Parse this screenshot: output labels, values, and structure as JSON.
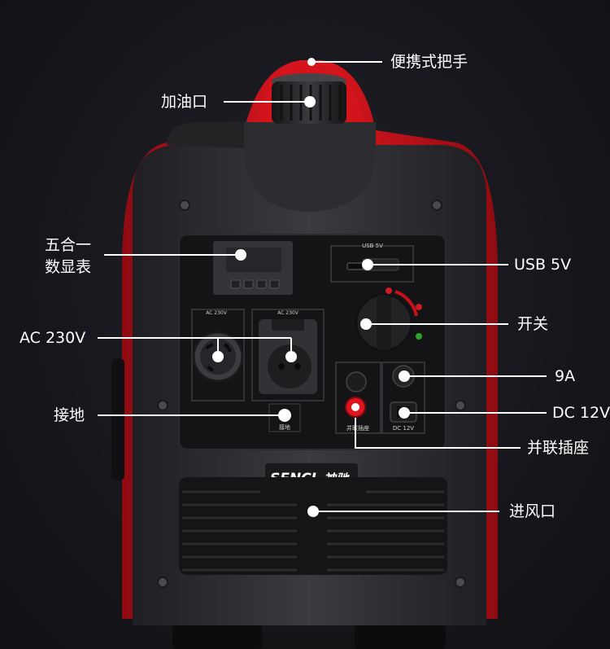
{
  "brand": {
    "logo_text": "SENCI",
    "logo_cn": "神驰"
  },
  "panel_labels": {
    "usb": "USB 5V",
    "ac_left": "AC 230V",
    "ac_right": "AC 230V",
    "ground": "接地",
    "parallel": "并联插座",
    "dc": "DC 12V"
  },
  "callouts": {
    "handle": "便携式把手",
    "fuel_cap": "加油口",
    "meter": "五合一\n数显表",
    "ac230": "AC 230V",
    "ground": "接地",
    "usb": "USB 5V",
    "switch": "开关",
    "breaker": "9A",
    "dc": "DC 12V",
    "parallel": "并联插座",
    "vent": "进风口"
  },
  "colors": {
    "shell": "#c8101a",
    "body": "#2b2b2f",
    "background": "#16161b",
    "line": "#ffffff"
  }
}
